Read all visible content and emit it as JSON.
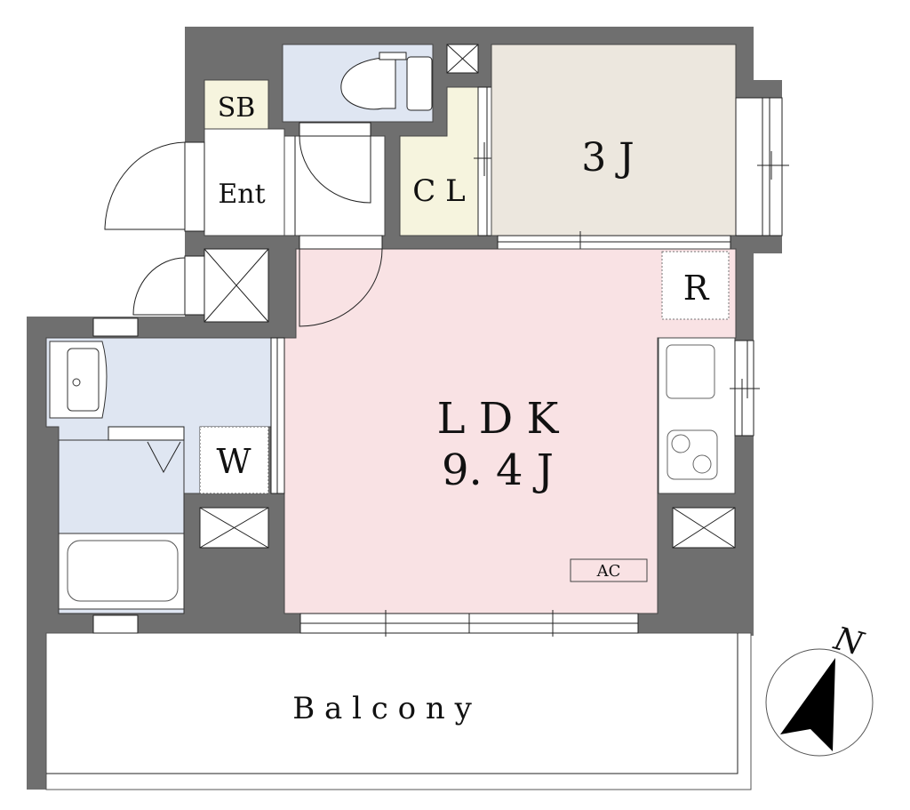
{
  "plan": {
    "rooms": {
      "shoe_box": "SB",
      "entrance": "Ent",
      "closet": "C L",
      "bedroom": "3 J",
      "ldk": "L D K",
      "ldk_size": "9. 4 J",
      "refrigerator": "R",
      "washer": "W",
      "air_conditioner": "AC",
      "balcony": "B a l c o n y"
    },
    "compass": "N"
  },
  "colors": {
    "wall": "#6f6f6f",
    "wet_area": "#dfe6f2",
    "storage": "#f6f4de",
    "bedroom": "#ece7de",
    "ldk": "#f9e2e4"
  }
}
